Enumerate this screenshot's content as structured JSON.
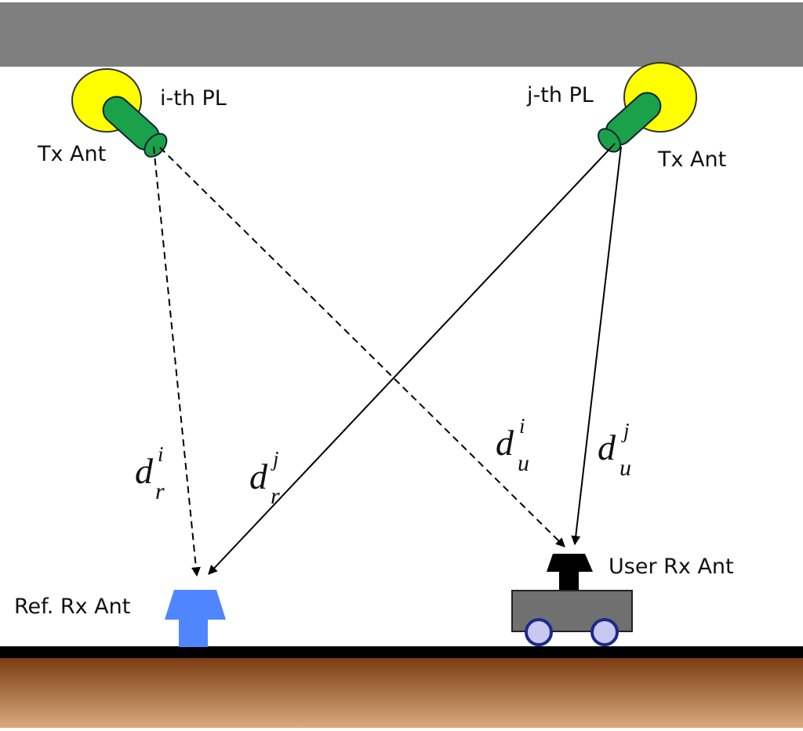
{
  "labels": {
    "pl_i": "i-th PL",
    "pl_j": "j-th PL",
    "tx_ant_left": "Tx Ant",
    "tx_ant_right": "Tx Ant",
    "ref_rx_ant": "Ref. Rx Ant",
    "user_rx_ant": "User Rx Ant"
  },
  "distances": {
    "d_r_i": {
      "base": "d",
      "sup": "i",
      "sub": "r"
    },
    "d_r_j": {
      "base": "d",
      "sup": "j",
      "sub": "r"
    },
    "d_u_i": {
      "base": "d",
      "sup": "i",
      "sub": "u"
    },
    "d_u_j": {
      "base": "d",
      "sup": "j",
      "sub": "u"
    }
  },
  "colors": {
    "ceiling": "#7f7f7f",
    "floor_line": "#000000",
    "floor_top": "#7a3b10",
    "floor_bottom": "#d9aa7f",
    "tx_reflector": "#ffff00",
    "tx_body": "#1aa14a",
    "ref_rx": "#4f86ff",
    "user_rx": "#000000",
    "cart": "#707070",
    "wheel": "#c8c8f0",
    "wheel_edge": "#1b2a8a"
  },
  "links": {
    "i_to_ref": "dashed",
    "i_to_user": "dashed",
    "j_to_ref": "solid",
    "j_to_user": "solid"
  }
}
